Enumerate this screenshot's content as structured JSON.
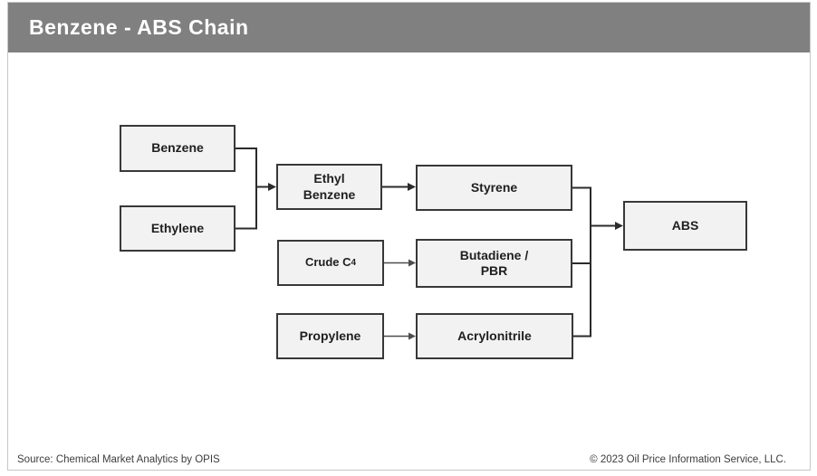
{
  "header": {
    "title": "Benzene - ABS Chain"
  },
  "diagram": {
    "nodes": [
      {
        "id": "benzene",
        "label": "Benzene"
      },
      {
        "id": "ethylene",
        "label": "Ethylene"
      },
      {
        "id": "ethyl-benzene",
        "label": "Ethyl\nBenzene"
      },
      {
        "id": "styrene",
        "label": "Styrene"
      },
      {
        "id": "crude-c4",
        "label": "Crude C",
        "subscript": "4"
      },
      {
        "id": "butadiene-pbr",
        "label": "Butadiene /\nPBR"
      },
      {
        "id": "propylene",
        "label": "Propylene"
      },
      {
        "id": "acrylonitrile",
        "label": "Acrylonitrile"
      },
      {
        "id": "abs",
        "label": "ABS"
      }
    ],
    "edges": [
      {
        "from": "benzene",
        "to": "ethyl-benzene"
      },
      {
        "from": "ethylene",
        "to": "ethyl-benzene"
      },
      {
        "from": "ethyl-benzene",
        "to": "styrene"
      },
      {
        "from": "crude-c4",
        "to": "butadiene-pbr"
      },
      {
        "from": "propylene",
        "to": "acrylonitrile"
      },
      {
        "from": "styrene",
        "to": "abs"
      },
      {
        "from": "butadiene-pbr",
        "to": "abs"
      },
      {
        "from": "acrylonitrile",
        "to": "abs"
      }
    ]
  },
  "footer": {
    "source": "Source: Chemical Market Analytics by OPIS",
    "copyright": "© 2023 Oil Price Information Service, LLC."
  },
  "colors": {
    "title_bar": "#808080",
    "title_text": "#ffffff",
    "node_fill": "#f2f2f2",
    "node_border": "#383838",
    "connector": "#2b2b2b",
    "slide_border": "#c6c6c6"
  }
}
